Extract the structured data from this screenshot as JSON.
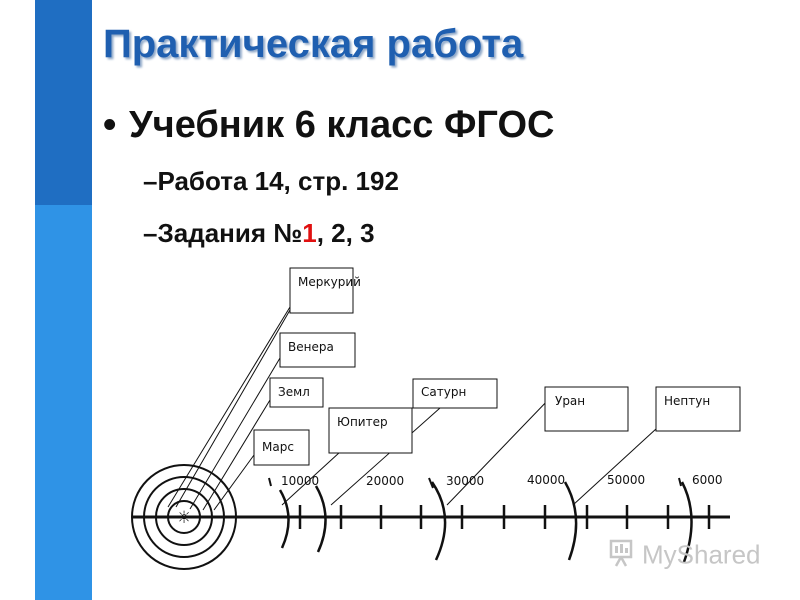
{
  "slide": {
    "title": "Практическая работа",
    "bullet": "Учебник 6 класс ФГОС",
    "sub1": "Работа 14, стр. 192",
    "sub2_prefix": "Задания №",
    "sub2_highlight": "1",
    "sub2_suffix": ", 2, 3",
    "dash": "–",
    "bullet_mark": "•"
  },
  "diagram": {
    "sun_symbol": "☼",
    "planets": [
      "Меркурий",
      "Венера",
      "Земл",
      "Марс",
      "Юпитер",
      "Сатурн",
      "Уран",
      "Нептун"
    ],
    "scale_labels": [
      "10000",
      "20000",
      "30000",
      "40000",
      "50000",
      "6000"
    ]
  },
  "watermark": {
    "text": "MyShared",
    "icon": "presentation-board-icon"
  },
  "colors": {
    "title": "#1f5fb0",
    "bar_dark": "#1f6ec2",
    "bar_light": "#2f93e6",
    "highlight": "#e01010"
  }
}
